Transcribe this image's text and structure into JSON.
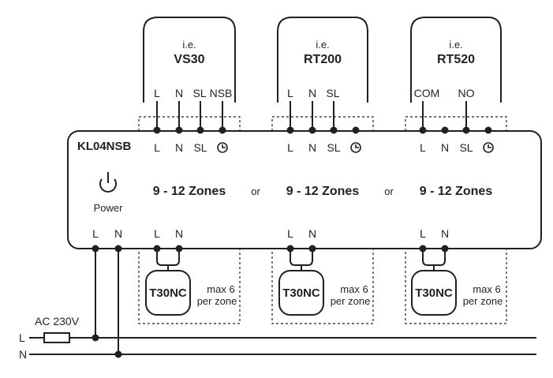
{
  "controller": {
    "name": "KL04NSB",
    "power_label": "Power",
    "power_icon": "power-icon",
    "terminals": [
      "L",
      "N"
    ]
  },
  "zones": [
    {
      "device_prefix": "i.e.",
      "device_name": "VS30",
      "device_terminals": [
        "L",
        "N",
        "SL",
        "NSB"
      ],
      "module_terminals": [
        "L",
        "N",
        "SL"
      ],
      "clock_icon": "clock-icon",
      "zones_label": "9 - 12 Zones",
      "bottom_terminals": [
        "L",
        "N"
      ],
      "thermostat": "T30NC",
      "max_line1": "max 6",
      "max_line2": "per zone"
    },
    {
      "device_prefix": "i.e.",
      "device_name": "RT200",
      "device_terminals": [
        "L",
        "N",
        "SL"
      ],
      "module_terminals": [
        "L",
        "N",
        "SL"
      ],
      "clock_icon": "clock-icon",
      "zones_label": "9 - 12 Zones",
      "bottom_terminals": [
        "L",
        "N"
      ],
      "thermostat": "T30NC",
      "max_line1": "max 6",
      "max_line2": "per zone"
    },
    {
      "device_prefix": "i.e.",
      "device_name": "RT520",
      "device_terminals": [
        "COM",
        "NO"
      ],
      "module_terminals": [
        "L",
        "N",
        "SL"
      ],
      "clock_icon": "clock-icon",
      "zones_label": "9 - 12 Zones",
      "bottom_terminals": [
        "L",
        "N"
      ],
      "thermostat": "T30NC",
      "max_line1": "max 6",
      "max_line2": "per zone"
    }
  ],
  "or_labels": [
    "or",
    "or"
  ],
  "supply": {
    "voltage": "AC 230V",
    "line_L": "L",
    "line_N": "N"
  }
}
